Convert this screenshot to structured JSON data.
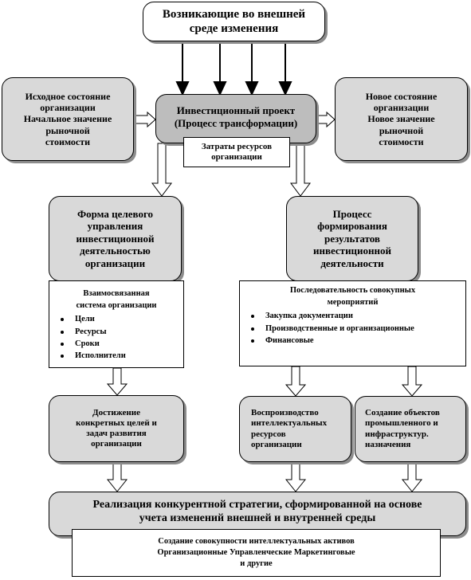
{
  "top": {
    "text": "Возникающие во внешней\nсреде изменения"
  },
  "left": {
    "text": "Исходное состояние\nорганизации\nНачальное значение\nрыночной\nстоимости"
  },
  "project": {
    "text": "Инвестиционный проект\n(Процесс трансформации)"
  },
  "costs": {
    "text": "Затраты ресурсов\nорганизации"
  },
  "right": {
    "text": "Новое состояние\nорганизации\nНовое значение\nрыночной\nстоимости"
  },
  "form": {
    "text": "Форма целевого\nуправления\nинвестиционной\nдеятельностью\nорганизации"
  },
  "process": {
    "text": "Процесс\nформирования\nрезультатов\nинвестиционной\nдеятельности"
  },
  "system": {
    "head": "Взаимосвязанная\nсистема организации",
    "items": [
      "Цели",
      "Ресурсы",
      "Сроки",
      "Исполнители"
    ]
  },
  "sequence": {
    "head": "Последовательность совокупных\nмероприятий",
    "items": [
      "Закупка документации",
      "Производственные и организационные",
      "Финансовые"
    ]
  },
  "goals": {
    "text": "Достижение\nконкретных целей и\nзадач развития\nорганизации"
  },
  "reproduction": {
    "text": "Воспроизводство\nинтеллектуальных\nресурсов\nорганизации"
  },
  "objects": {
    "text": "Создание объектов\nпромышленного  и\nинфраструктур.\nназначения"
  },
  "strategy": {
    "text": "Реализация конкурентной стратегии, сформированной на основе\nучета изменений внешней и внутренней среды"
  },
  "assets": {
    "text": "Создание совокупности интеллектуальных активов\nОрганизационные Управленческие Маркетинговые\nи другие"
  }
}
